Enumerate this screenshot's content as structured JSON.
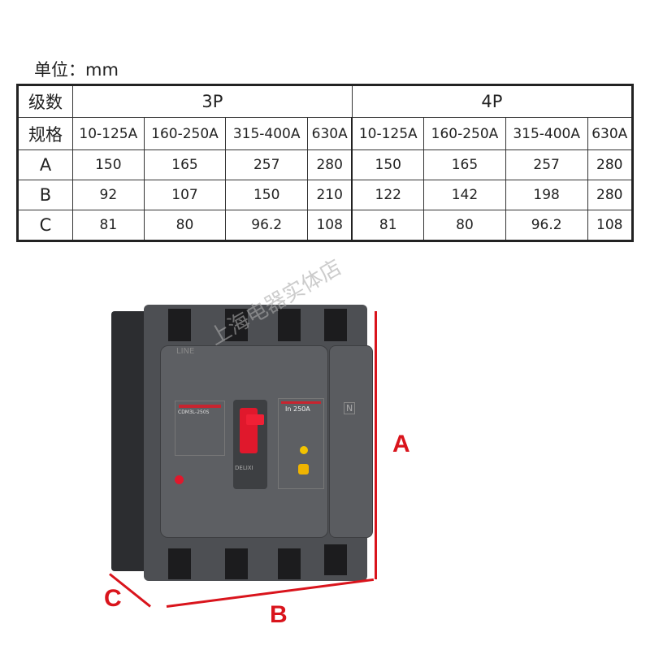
{
  "unit_label": "单位：mm",
  "table": {
    "pole_label": "级数",
    "spec_label": "规格",
    "groups": [
      "3P",
      "4P"
    ],
    "specs": [
      "10-125A",
      "160-250A",
      "315-400A",
      "630A",
      "10-125A",
      "160-250A",
      "315-400A",
      "630A"
    ],
    "rows": [
      {
        "label": "A",
        "values": [
          "150",
          "165",
          "257",
          "280",
          "150",
          "165",
          "257",
          "280"
        ]
      },
      {
        "label": "B",
        "values": [
          "92",
          "107",
          "150",
          "210",
          "122",
          "142",
          "198",
          "280"
        ]
      },
      {
        "label": "C",
        "values": [
          "81",
          "80",
          "96.2",
          "108",
          "81",
          "80",
          "96.2",
          "108"
        ]
      }
    ]
  },
  "product": {
    "model": "CDM3L-250S",
    "rating": "In 250A",
    "brand": "DELIXI",
    "line_label": "LINE",
    "neutral_label": "N",
    "watermark": "上海电器实体店",
    "body_color": "#55575b",
    "handle_color": "#e0182c"
  },
  "dimensions": {
    "a": "A",
    "b": "B",
    "c": "C",
    "color": "#d9141c"
  }
}
